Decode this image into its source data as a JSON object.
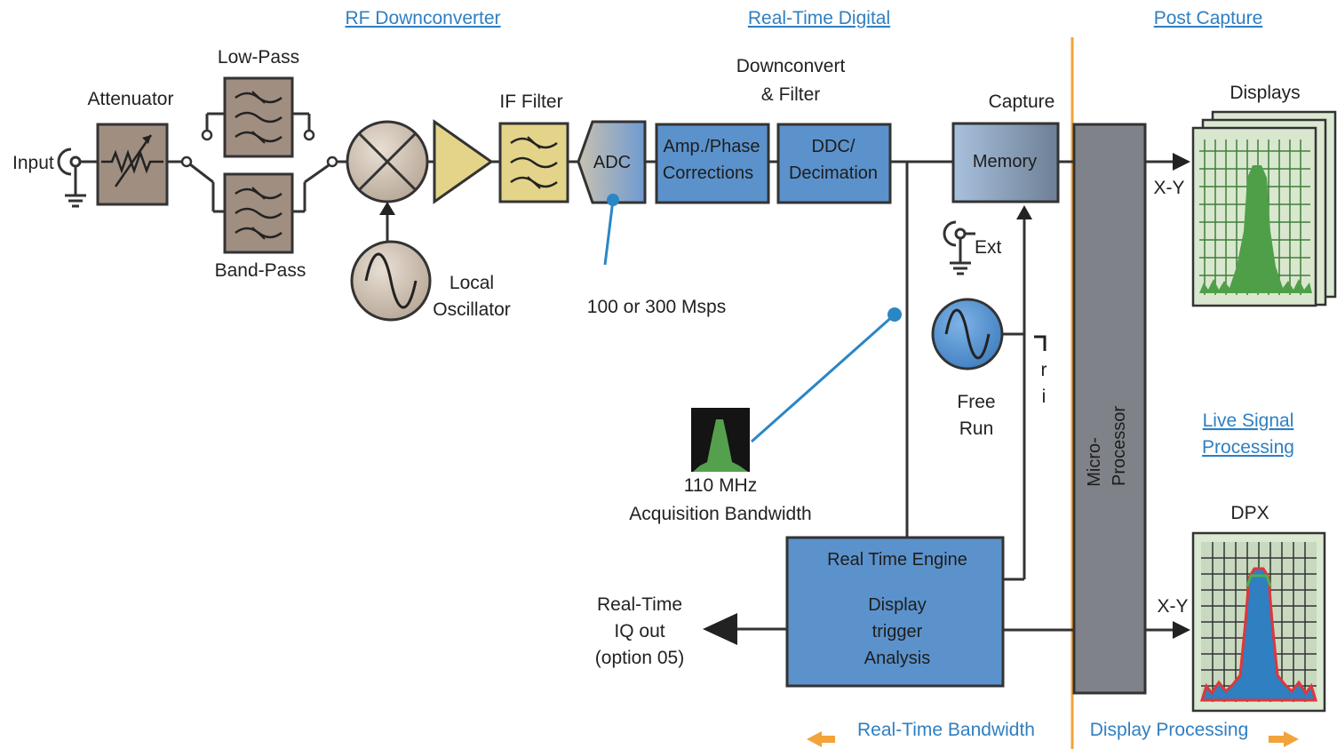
{
  "headers": {
    "rf_downconverter": "RF Downconverter",
    "real_time_digital": "Real-Time Digital",
    "post_capture": "Post Capture",
    "live_signal_1": "Live Signal",
    "live_signal_2": "Processing"
  },
  "labels": {
    "input": "Input",
    "attenuator": "Attenuator",
    "low_pass": "Low-Pass",
    "band_pass": "Band-Pass",
    "local_oscillator_1": "Local",
    "local_oscillator_2": "Oscillator",
    "if_filter": "IF Filter",
    "adc": "ADC",
    "sample_rate": "100 or 300 Msps",
    "amp_phase_1": "Amp./Phase",
    "amp_phase_2": "Corrections",
    "downconvert_1": "Downconvert",
    "downconvert_2": "& Filter",
    "ddc_1": "DDC/",
    "ddc_2": "Decimation",
    "capture": "Capture",
    "memory": "Memory",
    "ext": "Ext",
    "trigger_1": "r",
    "trigger_2": "i",
    "free_run_1": "Free",
    "free_run_2": "Run",
    "micro_1": "Micro-",
    "micro_2": "Processor",
    "displays": "Displays",
    "xy_top": "X-Y",
    "xy_bottom": "X-Y",
    "dpx": "DPX",
    "bandwidth_1": "110 MHz",
    "bandwidth_2": "Acquisition Bandwidth",
    "rte_title": "Real Time Engine",
    "rte_1": "Display",
    "rte_2": "trigger",
    "rte_3": "Analysis",
    "iq_1": "Real-Time",
    "iq_2": "IQ out",
    "iq_3": "(option 05)"
  },
  "footer": {
    "rt_bandwidth": "Real-Time Bandwidth",
    "display_processing": "Display Processing"
  },
  "colors": {
    "blue_block": "#5b92cc",
    "brown_block": "#a08e80",
    "yellow_block": "#e3d48a",
    "micro": "#7f8288",
    "orange_divider": "#f2a33a",
    "header_blue": "#2f7fc1",
    "pointer_blue": "#2b86c5"
  }
}
